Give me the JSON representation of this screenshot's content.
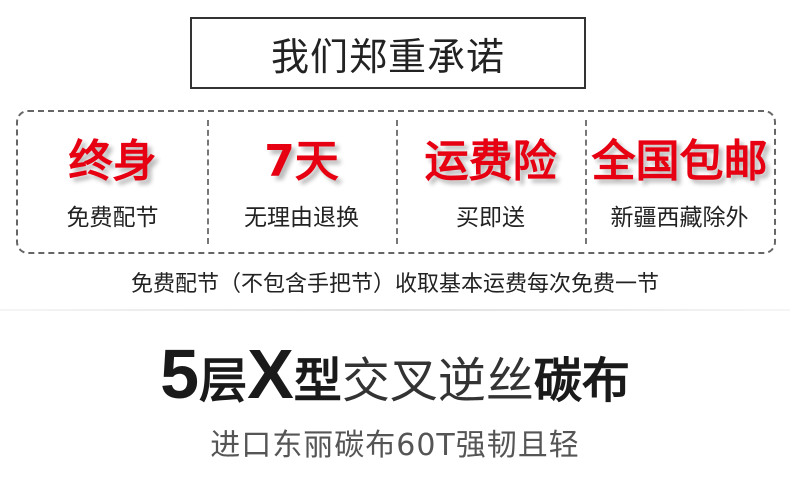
{
  "header": {
    "title": "我们郑重承诺"
  },
  "promises": [
    {
      "main": "终身",
      "sub": "免费配节"
    },
    {
      "main": "7天",
      "sub": "无理由退换"
    },
    {
      "main": "运费险",
      "sub": "买即送"
    },
    {
      "main": "全国包邮",
      "sub": "新疆西藏除外"
    }
  ],
  "note": "免费配节（不包含手把节）收取基本运费每次免费一节",
  "headline": {
    "part1": "5",
    "part2": "层",
    "part3": "X",
    "part4": "型",
    "part5": "交叉逆丝",
    "part6": "碳布"
  },
  "subline": "进口东丽碳布60T强韧且轻",
  "colors": {
    "accent": "#e60012",
    "text": "#222222",
    "border": "#333333"
  }
}
